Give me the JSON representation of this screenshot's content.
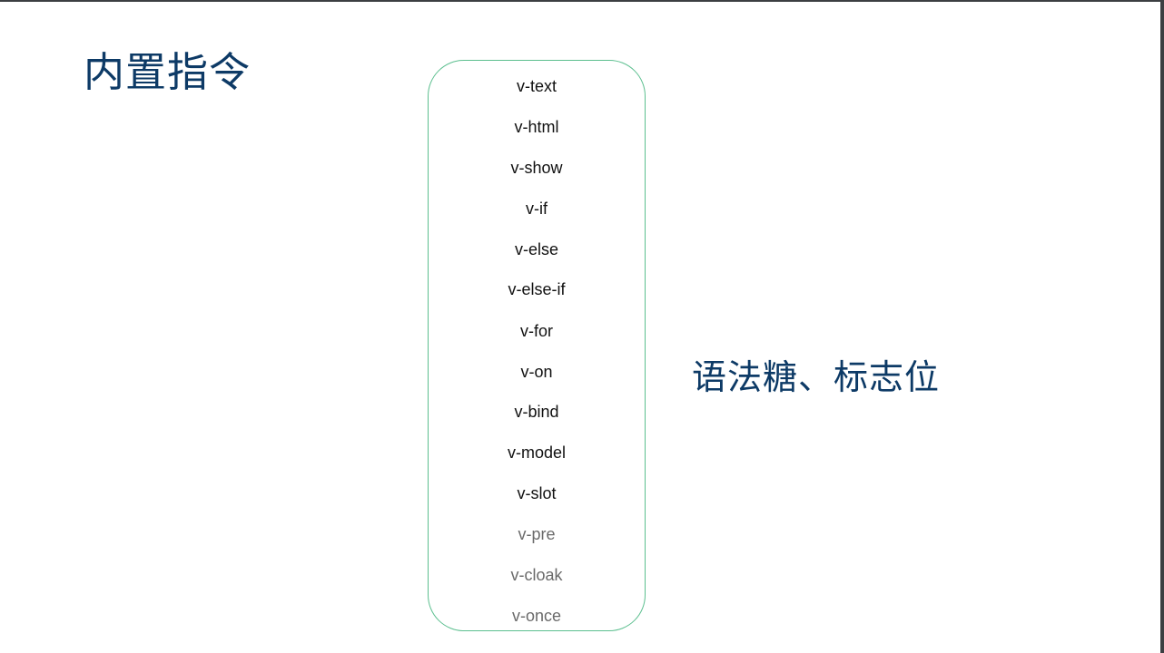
{
  "slide": {
    "title": "内置指令",
    "side_note": "语法糖、标志位",
    "colors": {
      "title": "#0d3a66",
      "box_border": "#5cbf8f",
      "item_text": "#111111",
      "item_muted_text": "#6a6a6a",
      "frame": "#3c3f42"
    },
    "directives": [
      {
        "label": "v-text",
        "muted": false
      },
      {
        "label": "v-html",
        "muted": false
      },
      {
        "label": "v-show",
        "muted": false
      },
      {
        "label": "v-if",
        "muted": false
      },
      {
        "label": "v-else",
        "muted": false
      },
      {
        "label": "v-else-if",
        "muted": false
      },
      {
        "label": "v-for",
        "muted": false
      },
      {
        "label": "v-on",
        "muted": false
      },
      {
        "label": "v-bind",
        "muted": false
      },
      {
        "label": "v-model",
        "muted": false
      },
      {
        "label": "v-slot",
        "muted": false
      },
      {
        "label": "v-pre",
        "muted": true
      },
      {
        "label": "v-cloak",
        "muted": true
      },
      {
        "label": "v-once",
        "muted": true
      }
    ]
  }
}
